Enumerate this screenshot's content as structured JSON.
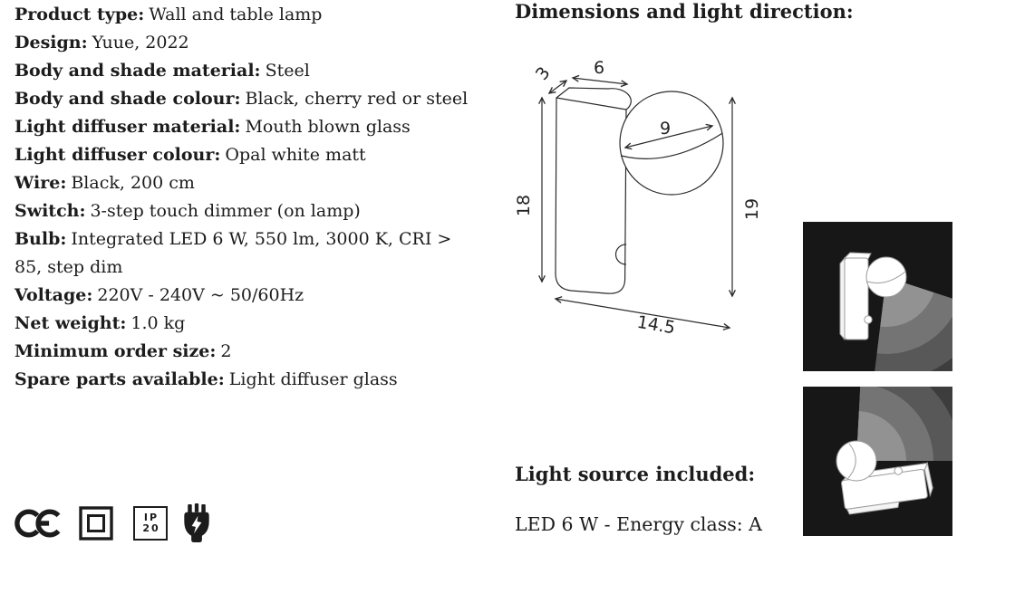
{
  "specs": [
    {
      "label": "Product type:",
      "value": "Wall and table lamp"
    },
    {
      "label": "Design:",
      "value": "Yuue, 2022"
    },
    {
      "label": "Body and shade material:",
      "value": "Steel"
    },
    {
      "label": "Body and shade colour:",
      "value": "Black, cherry red or steel"
    },
    {
      "label": "Light diffuser material:",
      "value": "Mouth blown glass"
    },
    {
      "label": "Light diffuser colour:",
      "value": "Opal white matt"
    },
    {
      "label": "Wire:",
      "value": "Black, 200 cm"
    },
    {
      "label": "Switch:",
      "value": "3-step touch dimmer (on lamp)"
    },
    {
      "label": "Bulb:",
      "value": "Integrated LED 6 W, 550 lm, 3000 K, CRI > 85, step dim"
    },
    {
      "label": "Voltage:",
      "value": "220V - 240V ~ 50/60Hz"
    },
    {
      "label": "Net weight:",
      "value": "1.0 kg"
    },
    {
      "label": "Minimum order size:",
      "value": "2"
    },
    {
      "label": "Spare parts available:",
      "value": "Light diffuser glass"
    }
  ],
  "dimensions_section": {
    "heading": "Dimensions and light direction:",
    "dims": {
      "depth": "3",
      "width": "6",
      "sphere_diameter": "9",
      "body_height": "18",
      "total_height": "19",
      "total_width": "14.5"
    }
  },
  "light_source": {
    "heading": "Light source included:",
    "value": "LED 6 W - Energy class: A"
  },
  "certifications": {
    "ip_line1": "IP",
    "ip_line2": "20",
    "icons": [
      "ce-mark-icon",
      "double-insulation-icon",
      "ip20-rating-icon",
      "power-plug-icon"
    ]
  },
  "colors": {
    "text": "#1c1c1c",
    "diagram_panel_bg": "#171717",
    "light_cone_grays": [
      "#929292",
      "#747474",
      "#585858",
      "#3d3d3d"
    ]
  }
}
